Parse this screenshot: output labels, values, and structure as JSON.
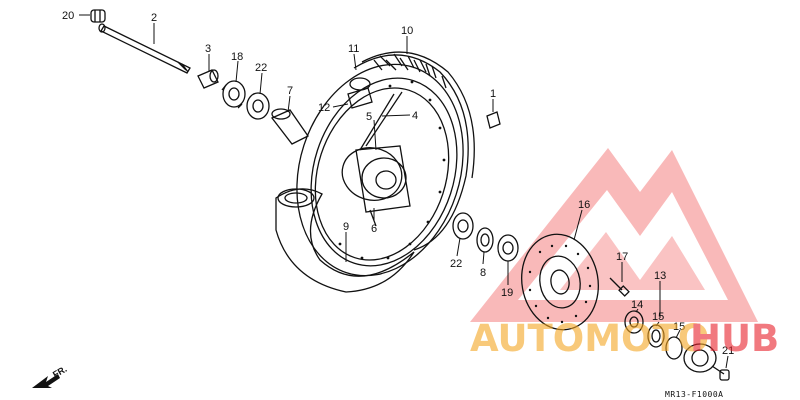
{
  "diagram": {
    "code": "MR13-F1000A",
    "direction_label": "FR.",
    "labels": {
      "p1": "1",
      "p2": "2",
      "p3": "3",
      "p4": "4",
      "p5": "5",
      "p6": "6",
      "p7": "7",
      "p8": "8",
      "p9": "9",
      "p10": "10",
      "p11": "11",
      "p12": "12",
      "p13": "13",
      "p14": "14",
      "p15a": "15",
      "p15b": "15",
      "p16": "16",
      "p17": "17",
      "p18": "18",
      "p19": "19",
      "p20": "20",
      "p21": "21",
      "p22a": "22",
      "p22b": "22"
    }
  },
  "watermark": {
    "text_a": "AUTOMOTO",
    "text_b": "HUB",
    "colors": {
      "orange": "#f5a623",
      "red": "#e8212b",
      "triangle": "#ee3a3a"
    }
  }
}
